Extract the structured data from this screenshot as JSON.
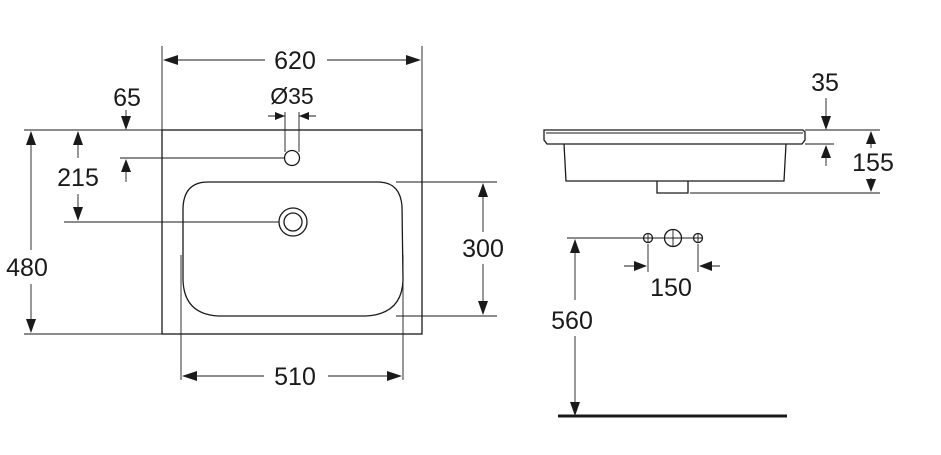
{
  "diagram": {
    "top_view": {
      "overall_width": "620",
      "hole_diameter": "Ø35",
      "hole_offset": "65",
      "hole_to_drain": "215",
      "overall_depth": "480",
      "bowl_depth": "300",
      "bowl_width": "510"
    },
    "side_view": {
      "rim_thickness": "35",
      "basin_height": "155"
    },
    "installation": {
      "tap_spacing": "150",
      "mount_height": "560"
    },
    "colors": {
      "line": "#1a1a1a",
      "background": "#ffffff"
    }
  }
}
